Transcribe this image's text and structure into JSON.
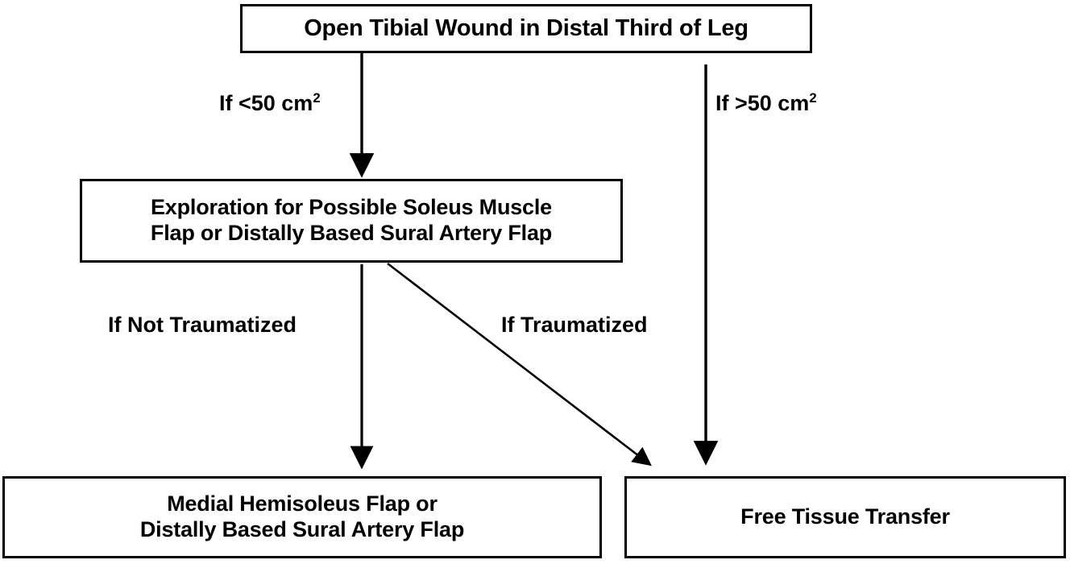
{
  "diagram": {
    "title": "Open Tibial Wound Management Algorithm",
    "background_color": "#ffffff",
    "line_color": "#000000",
    "nodes": [
      {
        "id": "top",
        "label": "Open Tibial Wound in Distal Third of Leg"
      },
      {
        "id": "explore",
        "label": "Exploration for Possible Soleus Muscle\nFlap or Distally Based Sural Artery Flap"
      },
      {
        "id": "medial",
        "label": "Medial Hemisoleus Flap or\nDistally Based Sural Artery Flap"
      },
      {
        "id": "free",
        "label": "Free Tissue Transfer"
      }
    ],
    "edge_labels": {
      "less_than_50": {
        "prefix": "If <50 cm",
        "superscript": "2"
      },
      "greater_than_50": {
        "prefix": "If >50 cm",
        "superscript": "2"
      },
      "not_traumatized": "If Not Traumatized",
      "traumatized": "If Traumatized"
    },
    "edges": [
      {
        "id": "top-to-explore",
        "from": "top",
        "to": "explore",
        "label": "If <50 cm2",
        "style": "vertical-arrow"
      },
      {
        "id": "top-to-free",
        "from": "top",
        "to": "free",
        "label": "If >50 cm2",
        "style": "vertical-arrow"
      },
      {
        "id": "explore-to-medial",
        "from": "explore",
        "to": "medial",
        "label": "If Not Traumatized",
        "style": "vertical-arrow"
      },
      {
        "id": "explore-to-free",
        "from": "explore",
        "to": "free",
        "label": "If Traumatized",
        "style": "diagonal-arrow"
      }
    ]
  }
}
